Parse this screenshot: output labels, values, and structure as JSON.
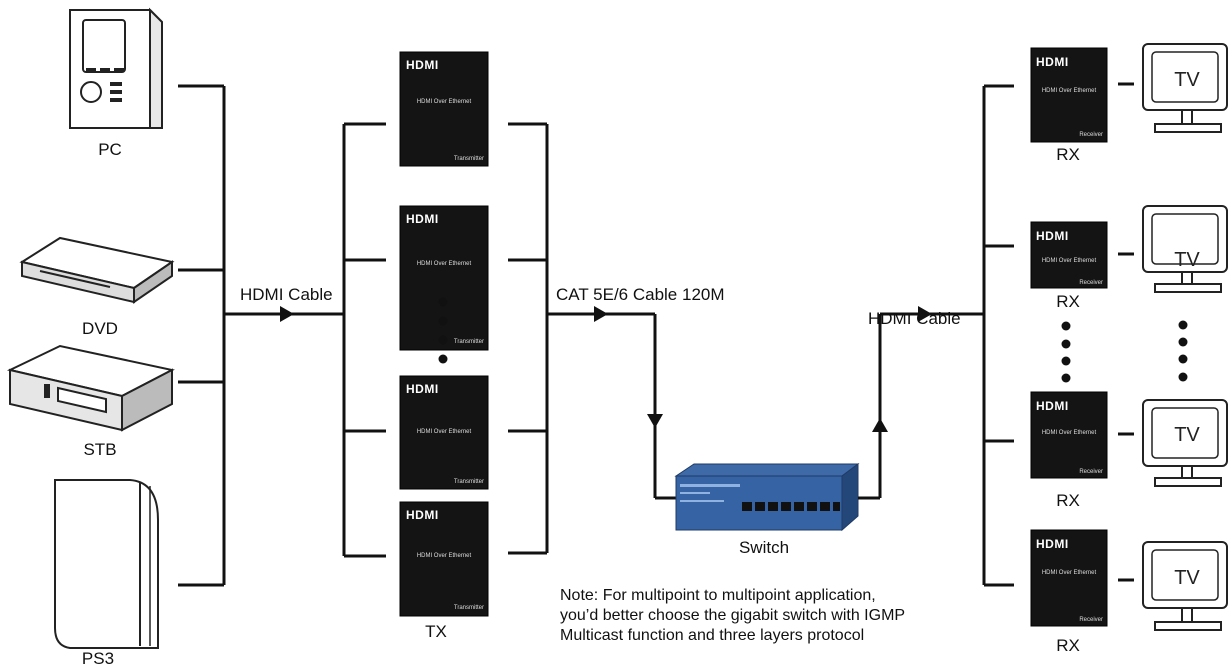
{
  "sources": [
    {
      "label": "PC"
    },
    {
      "label": "DVD"
    },
    {
      "label": "STB"
    },
    {
      "label": "PS3"
    }
  ],
  "transmitter": {
    "brand": "HDMI",
    "title": "HDMI Over Ethernet",
    "caption": "Transmitter",
    "group_label": "TX"
  },
  "receiver": {
    "brand": "HDMI",
    "title": "HDMI Over Ethernet",
    "caption": "Receiver",
    "unit_label": "RX"
  },
  "tv": {
    "label": "TV"
  },
  "cables": {
    "hdmi_in": "HDMI Cable",
    "cat": "CAT 5E/6 Cable 120M",
    "hdmi_out": "HDMI Cable"
  },
  "switch": {
    "label": "Switch"
  },
  "note": {
    "lines": [
      "Note: For multipoint to multipoint application,",
      "you’d better choose the gigabit switch with IGMP",
      "Multicast function and three layers protocol"
    ]
  }
}
